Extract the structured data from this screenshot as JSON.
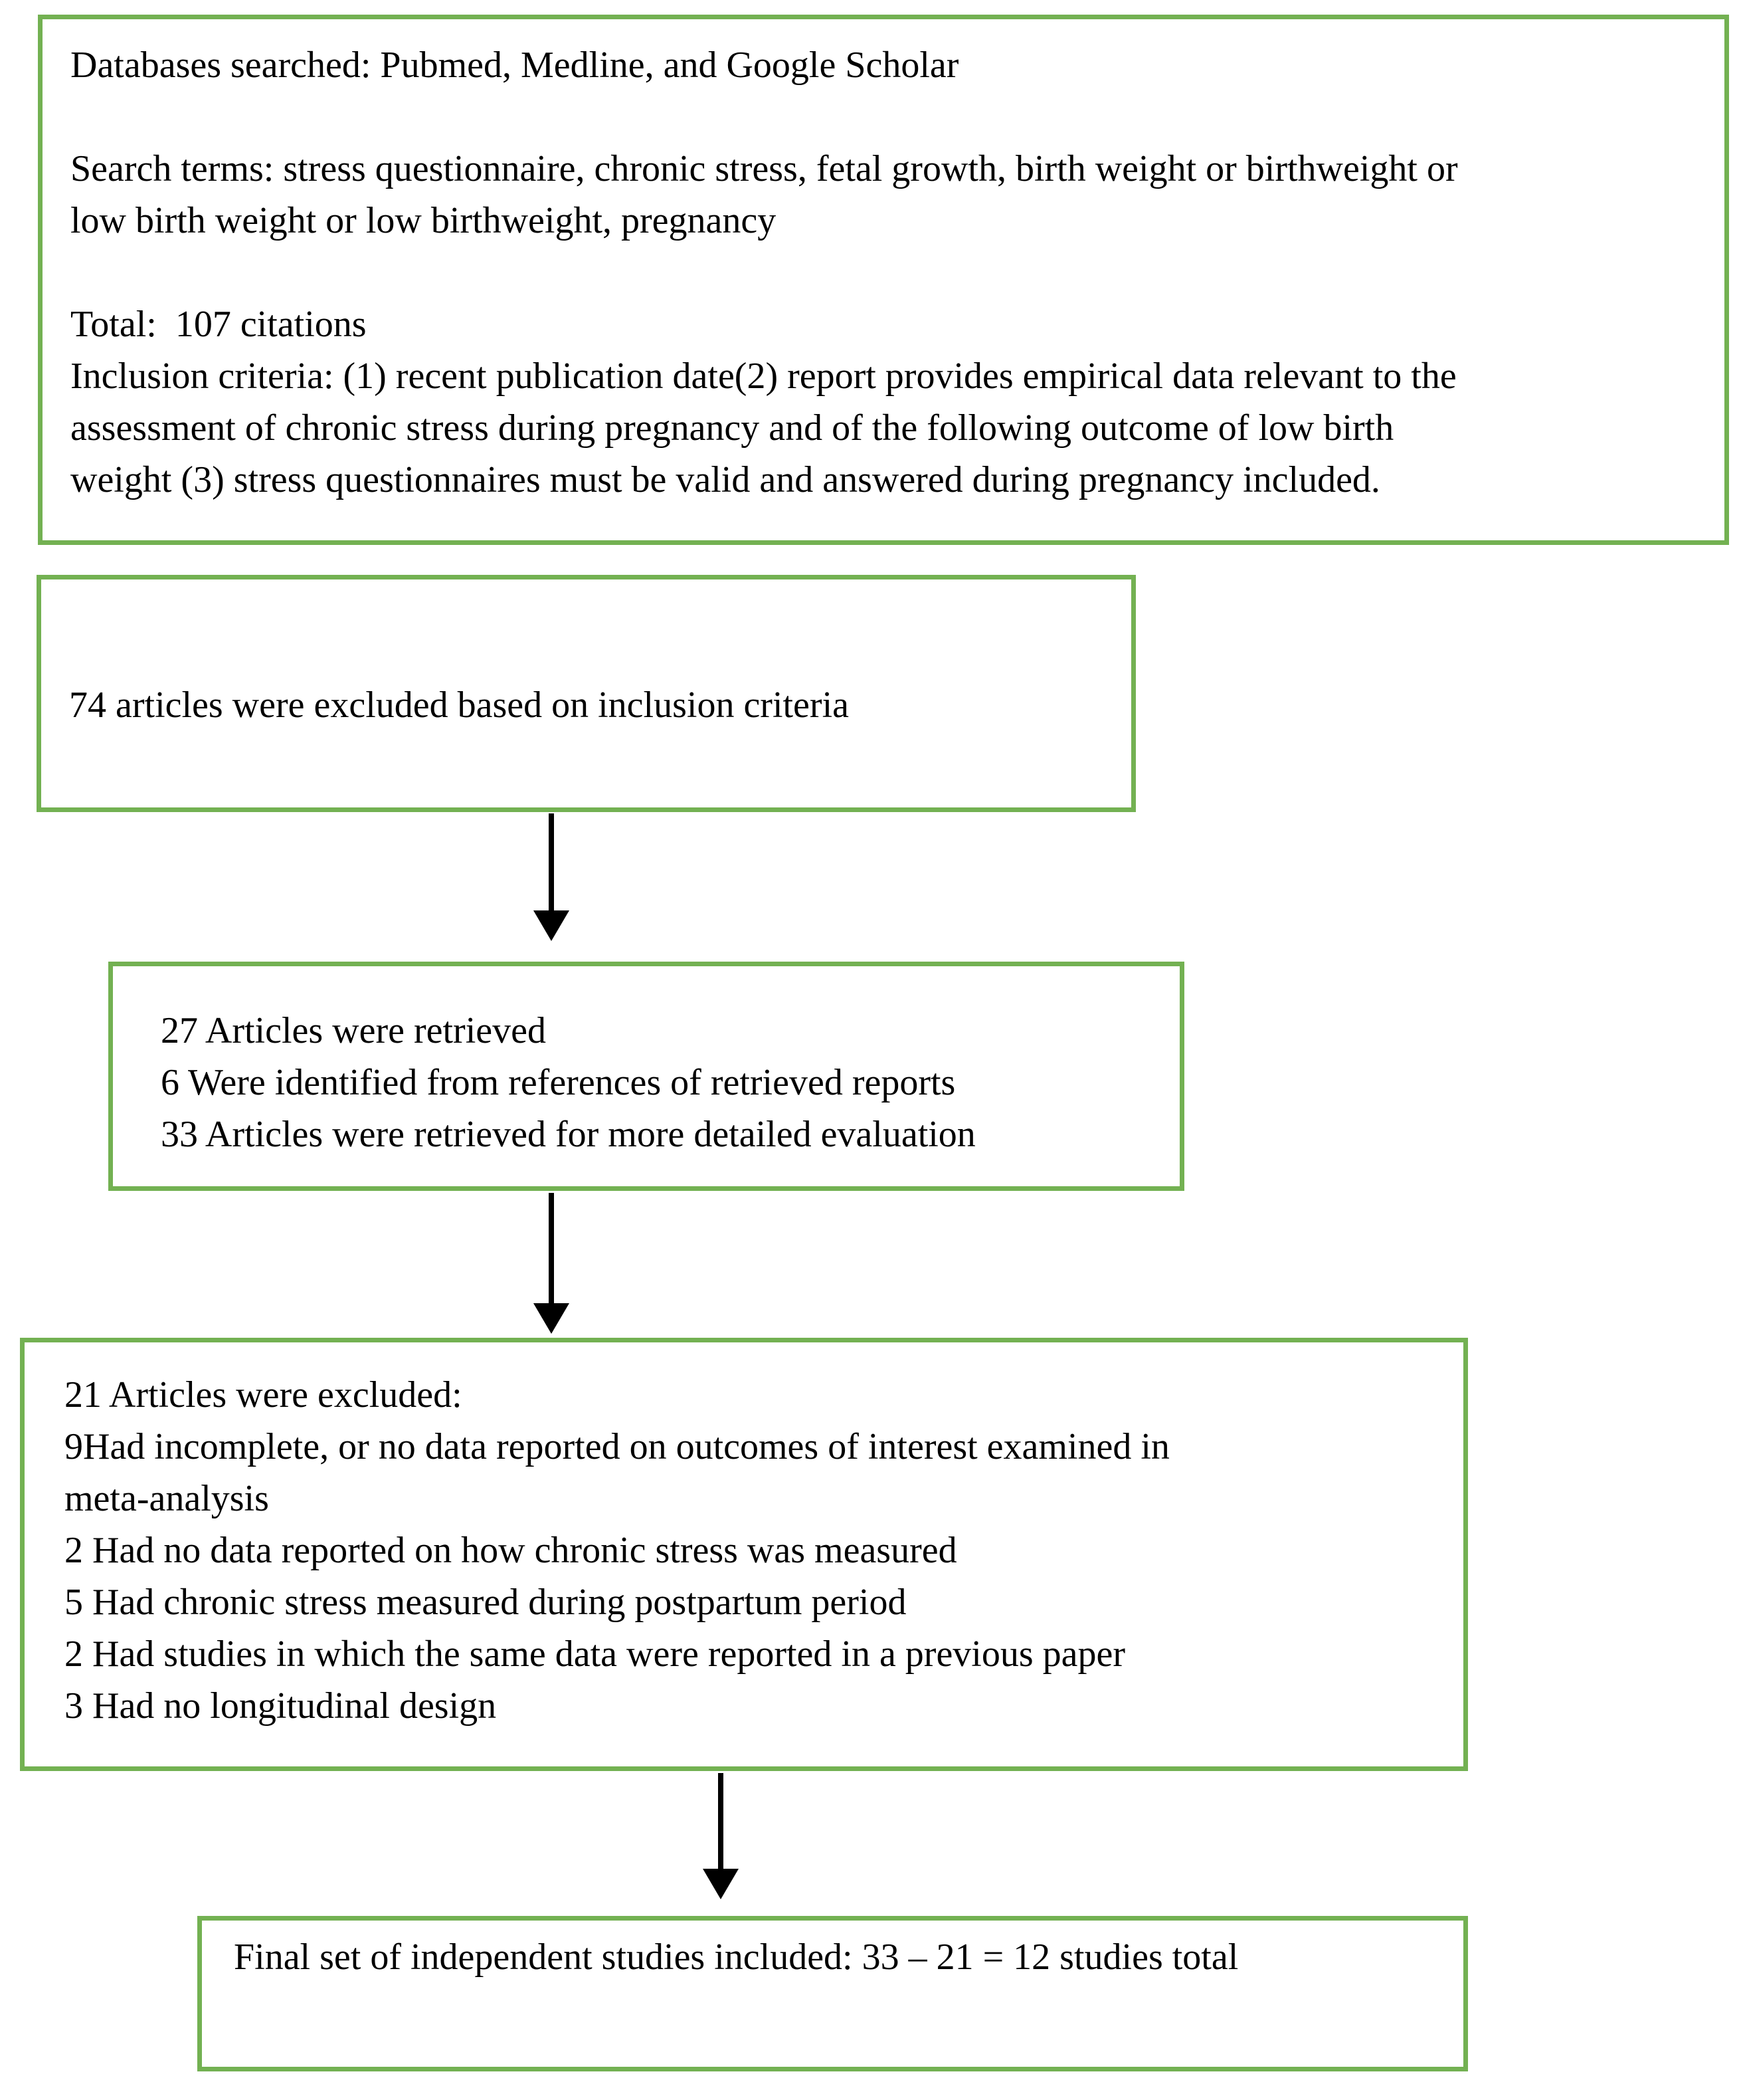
{
  "colors": {
    "box_border": "#73b152",
    "arrow": "#000000",
    "text": "#000000",
    "background": "#ffffff"
  },
  "boxes": {
    "search_summary": {
      "lines": [
        "Databases searched: Pubmed, Medline, and Google Scholar",
        "",
        "Search terms: stress questionnaire, chronic stress, fetal growth, birth weight or birthweight or",
        "low birth weight or low birthweight, pregnancy",
        "",
        "Total:  107 citations",
        "Inclusion criteria: (1) recent publication date(2) report provides empirical data relevant to the",
        "assessment of chronic stress during pregnancy and of the following outcome of low birth",
        "weight (3) stress questionnaires must be valid and answered during pregnancy included."
      ]
    },
    "excluded_inclusion": {
      "lines": [
        "74 articles were excluded based on inclusion criteria"
      ]
    },
    "retrieved": {
      "lines": [
        "27 Articles were retrieved",
        "6 Were identified from references of retrieved reports",
        "33 Articles were retrieved for more detailed evaluation"
      ]
    },
    "excluded_detailed": {
      "lines": [
        "21 Articles were excluded:",
        "9Had incomplete, or no data reported on outcomes of interest examined in",
        "meta-analysis",
        "2 Had no data reported on how chronic stress was measured",
        "5 Had chronic stress measured during postpartum period",
        "2 Had studies in which the same data were reported in a previous paper",
        "3 Had no longitudinal design"
      ]
    },
    "final_set": {
      "lines": [
        "Final set of independent studies included: 33 – 21 = 12 studies total"
      ]
    }
  }
}
